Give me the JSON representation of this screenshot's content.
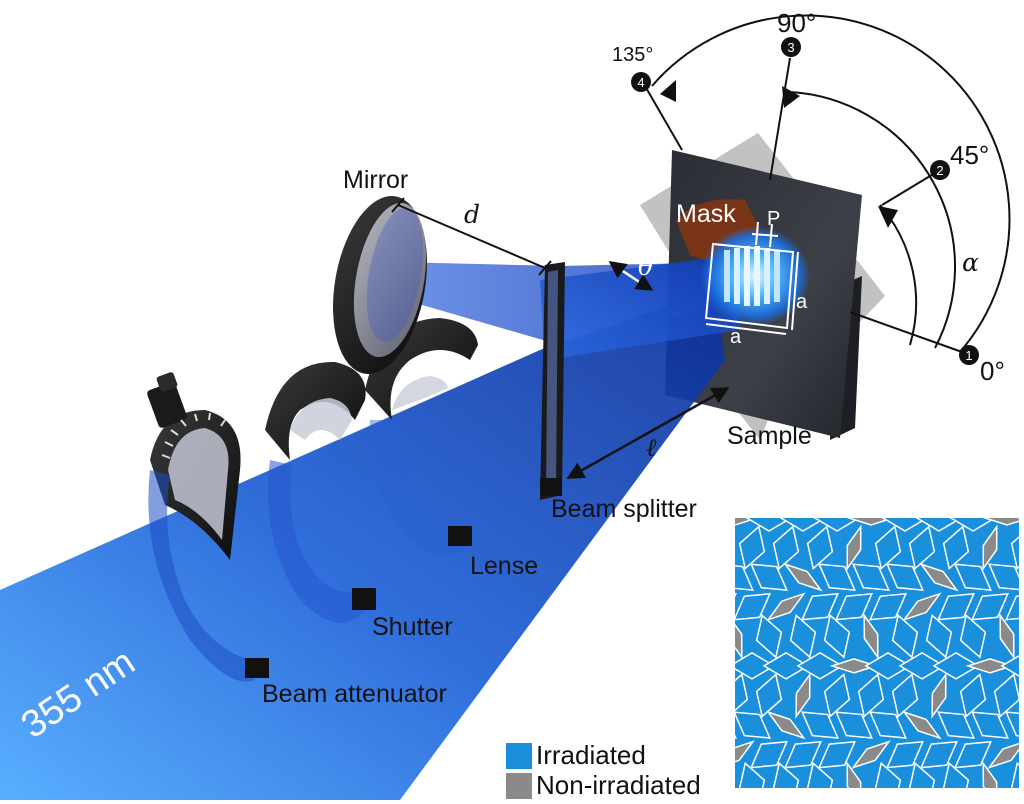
{
  "components": {
    "mirror": "Mirror",
    "mask": "Mask",
    "sample": "Sample",
    "beam_splitter": "Beam splitter",
    "lense": "Lense",
    "shutter": "Shutter",
    "beam_attenuator": "Beam attenuator",
    "laser": "355 nm"
  },
  "dimensions": {
    "d": "d",
    "l": "ℓ",
    "theta": "θ",
    "alpha": "α",
    "p": "P",
    "a": "a"
  },
  "angles": [
    {
      "id": "1",
      "label": "0°"
    },
    {
      "id": "2",
      "label": "45°"
    },
    {
      "id": "3",
      "label": "90°"
    },
    {
      "id": "4",
      "label": "135°"
    }
  ],
  "legend": [
    {
      "label": "Irradiated",
      "color": "#1a8fdc"
    },
    {
      "label": "Non-irradiated",
      "color": "#8a8a8a"
    }
  ],
  "colors": {
    "beam": "#1f5fd6",
    "beam_light": "#4fa9ff",
    "optics_dark": "#1b1b1b",
    "sample_plate": "#34373e",
    "mask": "#8a3a1c",
    "pattern_blue": "#1a8fdc",
    "pattern_gray": "#8a8a8a"
  }
}
